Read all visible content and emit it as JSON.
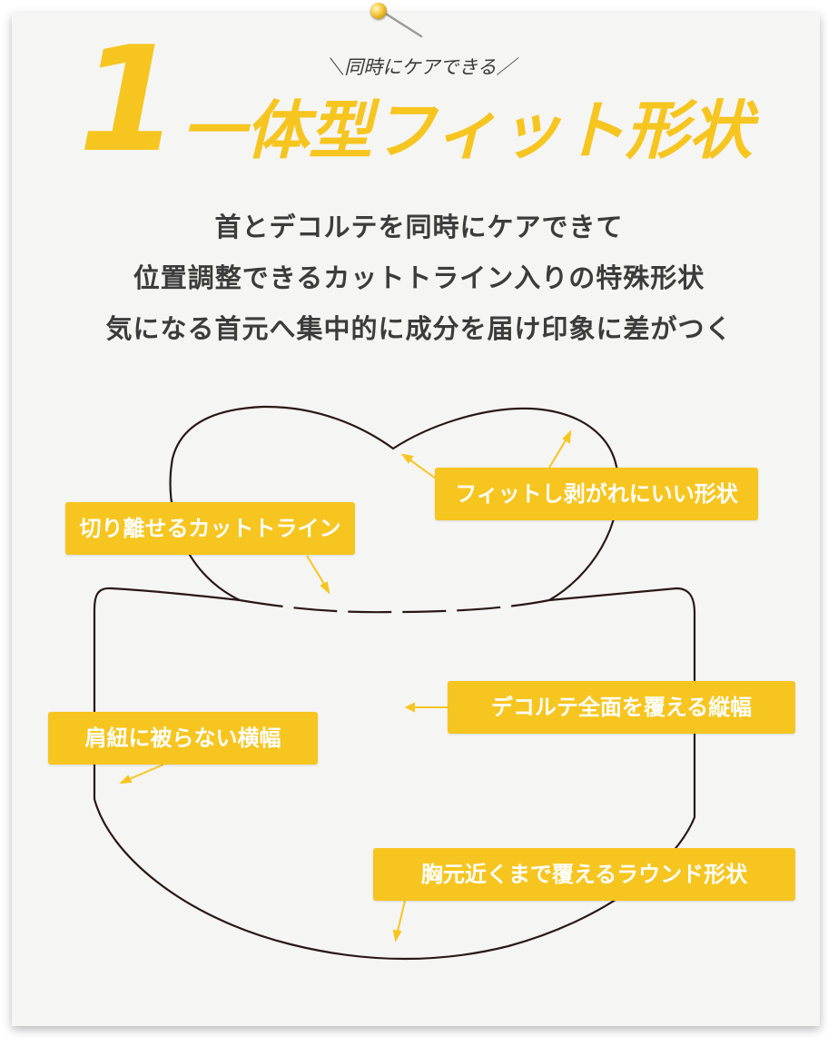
{
  "header": {
    "number": "1",
    "subtitle": "＼同時にケアできる／",
    "title": "一体型フィット形状"
  },
  "description": {
    "lines": [
      "首とデコルテを同時にケアできて",
      "位置調整できるカットトライン入りの特殊形状",
      "気になる首元へ集中的に成分を届け印象に差がつく"
    ]
  },
  "labels": {
    "fit": "フィットし剥がれにいい形状",
    "cutline": "切り離せるカットトライン",
    "decollete": "デコルテ全面を覆える縦幅",
    "shoulder": "肩紐に被らない横幅",
    "round": "胸元近くまで覆えるラウンド形状"
  },
  "colors": {
    "accent": "#f7c51f",
    "text": "#3c3c3c",
    "outline": "#2a1717",
    "paper": "#f5f5f4"
  }
}
